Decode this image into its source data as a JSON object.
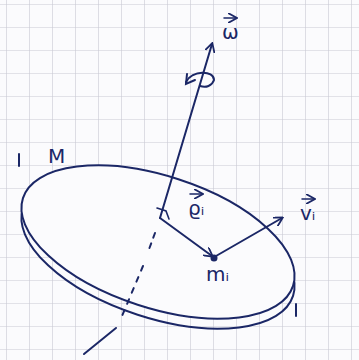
{
  "diagram": {
    "labels": [
      "M",
      "ω",
      "ϱᵢ",
      "mᵢ",
      "vᵢ"
    ]
  }
}
